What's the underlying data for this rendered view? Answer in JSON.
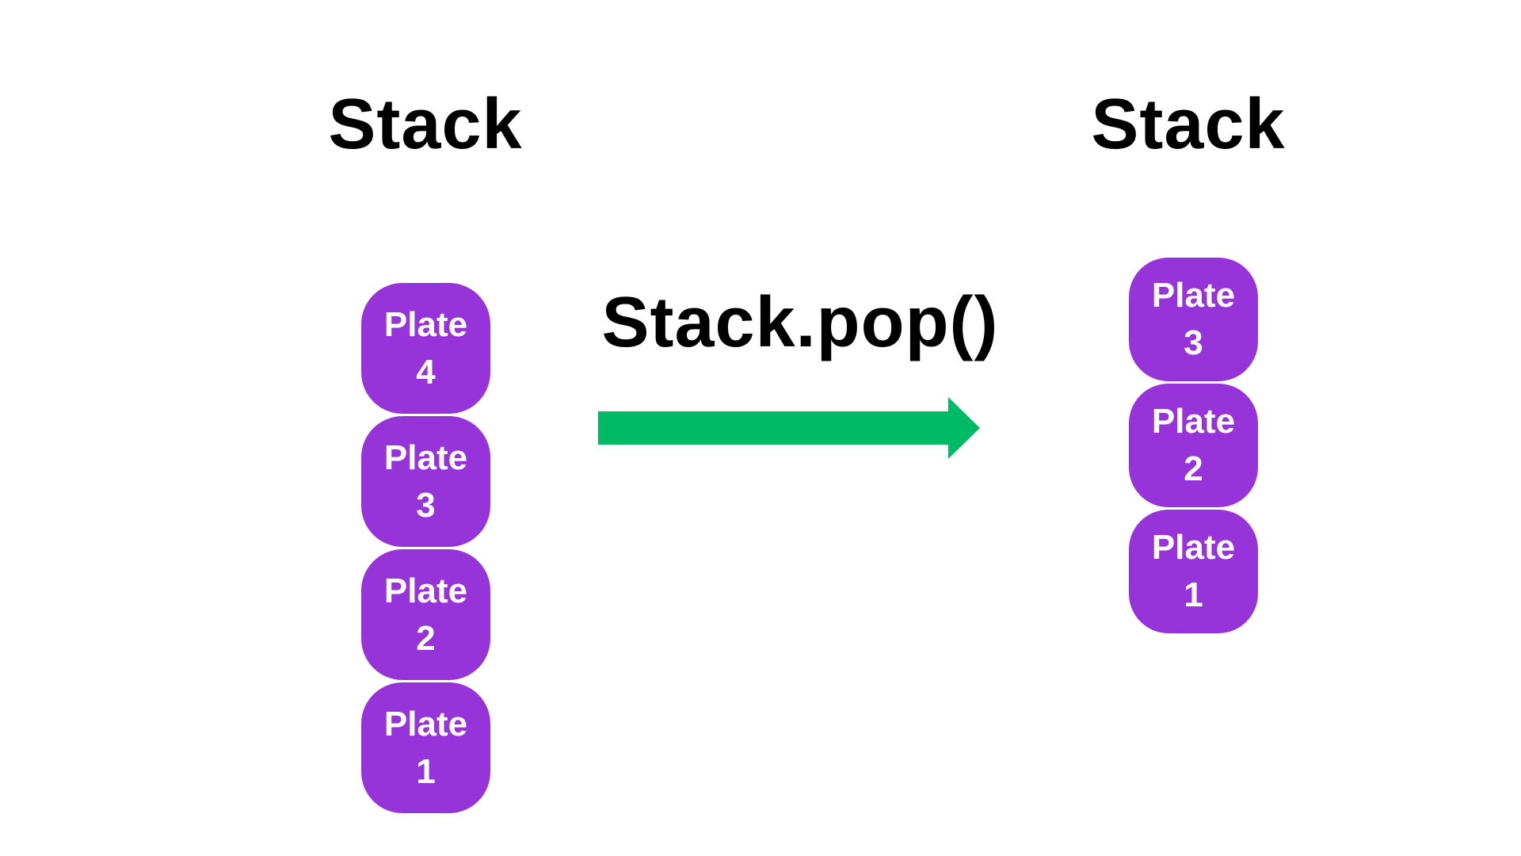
{
  "colors": {
    "plate_purple": "#9734D9",
    "arrow_green": "#00BA66",
    "title_text": "#000000",
    "plate_text": "#FFFFFF",
    "background": "#FFFFFF"
  },
  "left_stack": {
    "title": "Stack",
    "plates": [
      {
        "line1": "Plate",
        "line2": "4"
      },
      {
        "line1": "Plate",
        "line2": "3"
      },
      {
        "line1": "Plate",
        "line2": "2"
      },
      {
        "line1": "Plate",
        "line2": "1"
      }
    ]
  },
  "operation": {
    "label": "Stack.pop()",
    "arrow_icon": "right-arrow-icon"
  },
  "right_stack": {
    "title": "Stack",
    "plates": [
      {
        "line1": "Plate",
        "line2": "3"
      },
      {
        "line1": "Plate",
        "line2": "2"
      },
      {
        "line1": "Plate",
        "line2": "1"
      }
    ]
  }
}
